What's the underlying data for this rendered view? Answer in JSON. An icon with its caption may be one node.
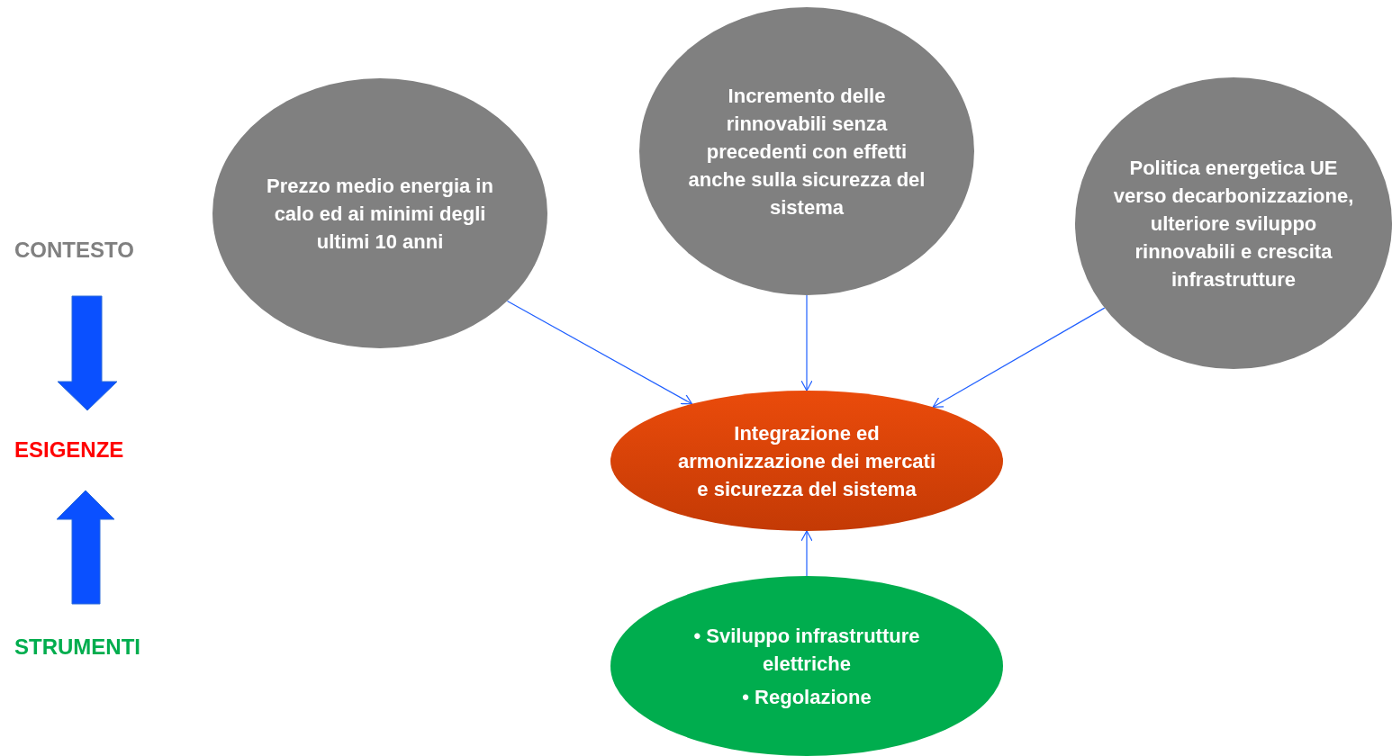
{
  "diagram": {
    "nodes": [
      {
        "text": [
          "Prezzo medio energia in calo ed ai minimi degli ultimi 10 anni"
        ]
      },
      {
        "text": [
          "Incremento delle rinnovabili senza precedenti con effetti anche sulla sicurezza del sistema"
        ]
      },
      {
        "text": [
          "Politica energetica UE verso decarbonizzazione, ulteriore sviluppo rinnovabili e crescita infrastrutture"
        ]
      },
      {
        "text": [
          "Integrazione ed armonizzazione dei mercati e sicurezza del sistema"
        ]
      },
      {
        "text": [
          "• Sviluppo infrastrutture elettriche",
          "• Regolazione"
        ]
      }
    ],
    "edges": [
      {
        "from": 0,
        "to": 3,
        "arrow": "to"
      },
      {
        "from": 1,
        "to": 3,
        "arrow": "to"
      },
      {
        "from": 2,
        "to": 3,
        "arrow": "to"
      },
      {
        "from": 4,
        "to": 3,
        "arrow": "to"
      }
    ],
    "labels": [
      "CONTESTO",
      "ESIGENZE",
      "STRUMENTI"
    ]
  }
}
